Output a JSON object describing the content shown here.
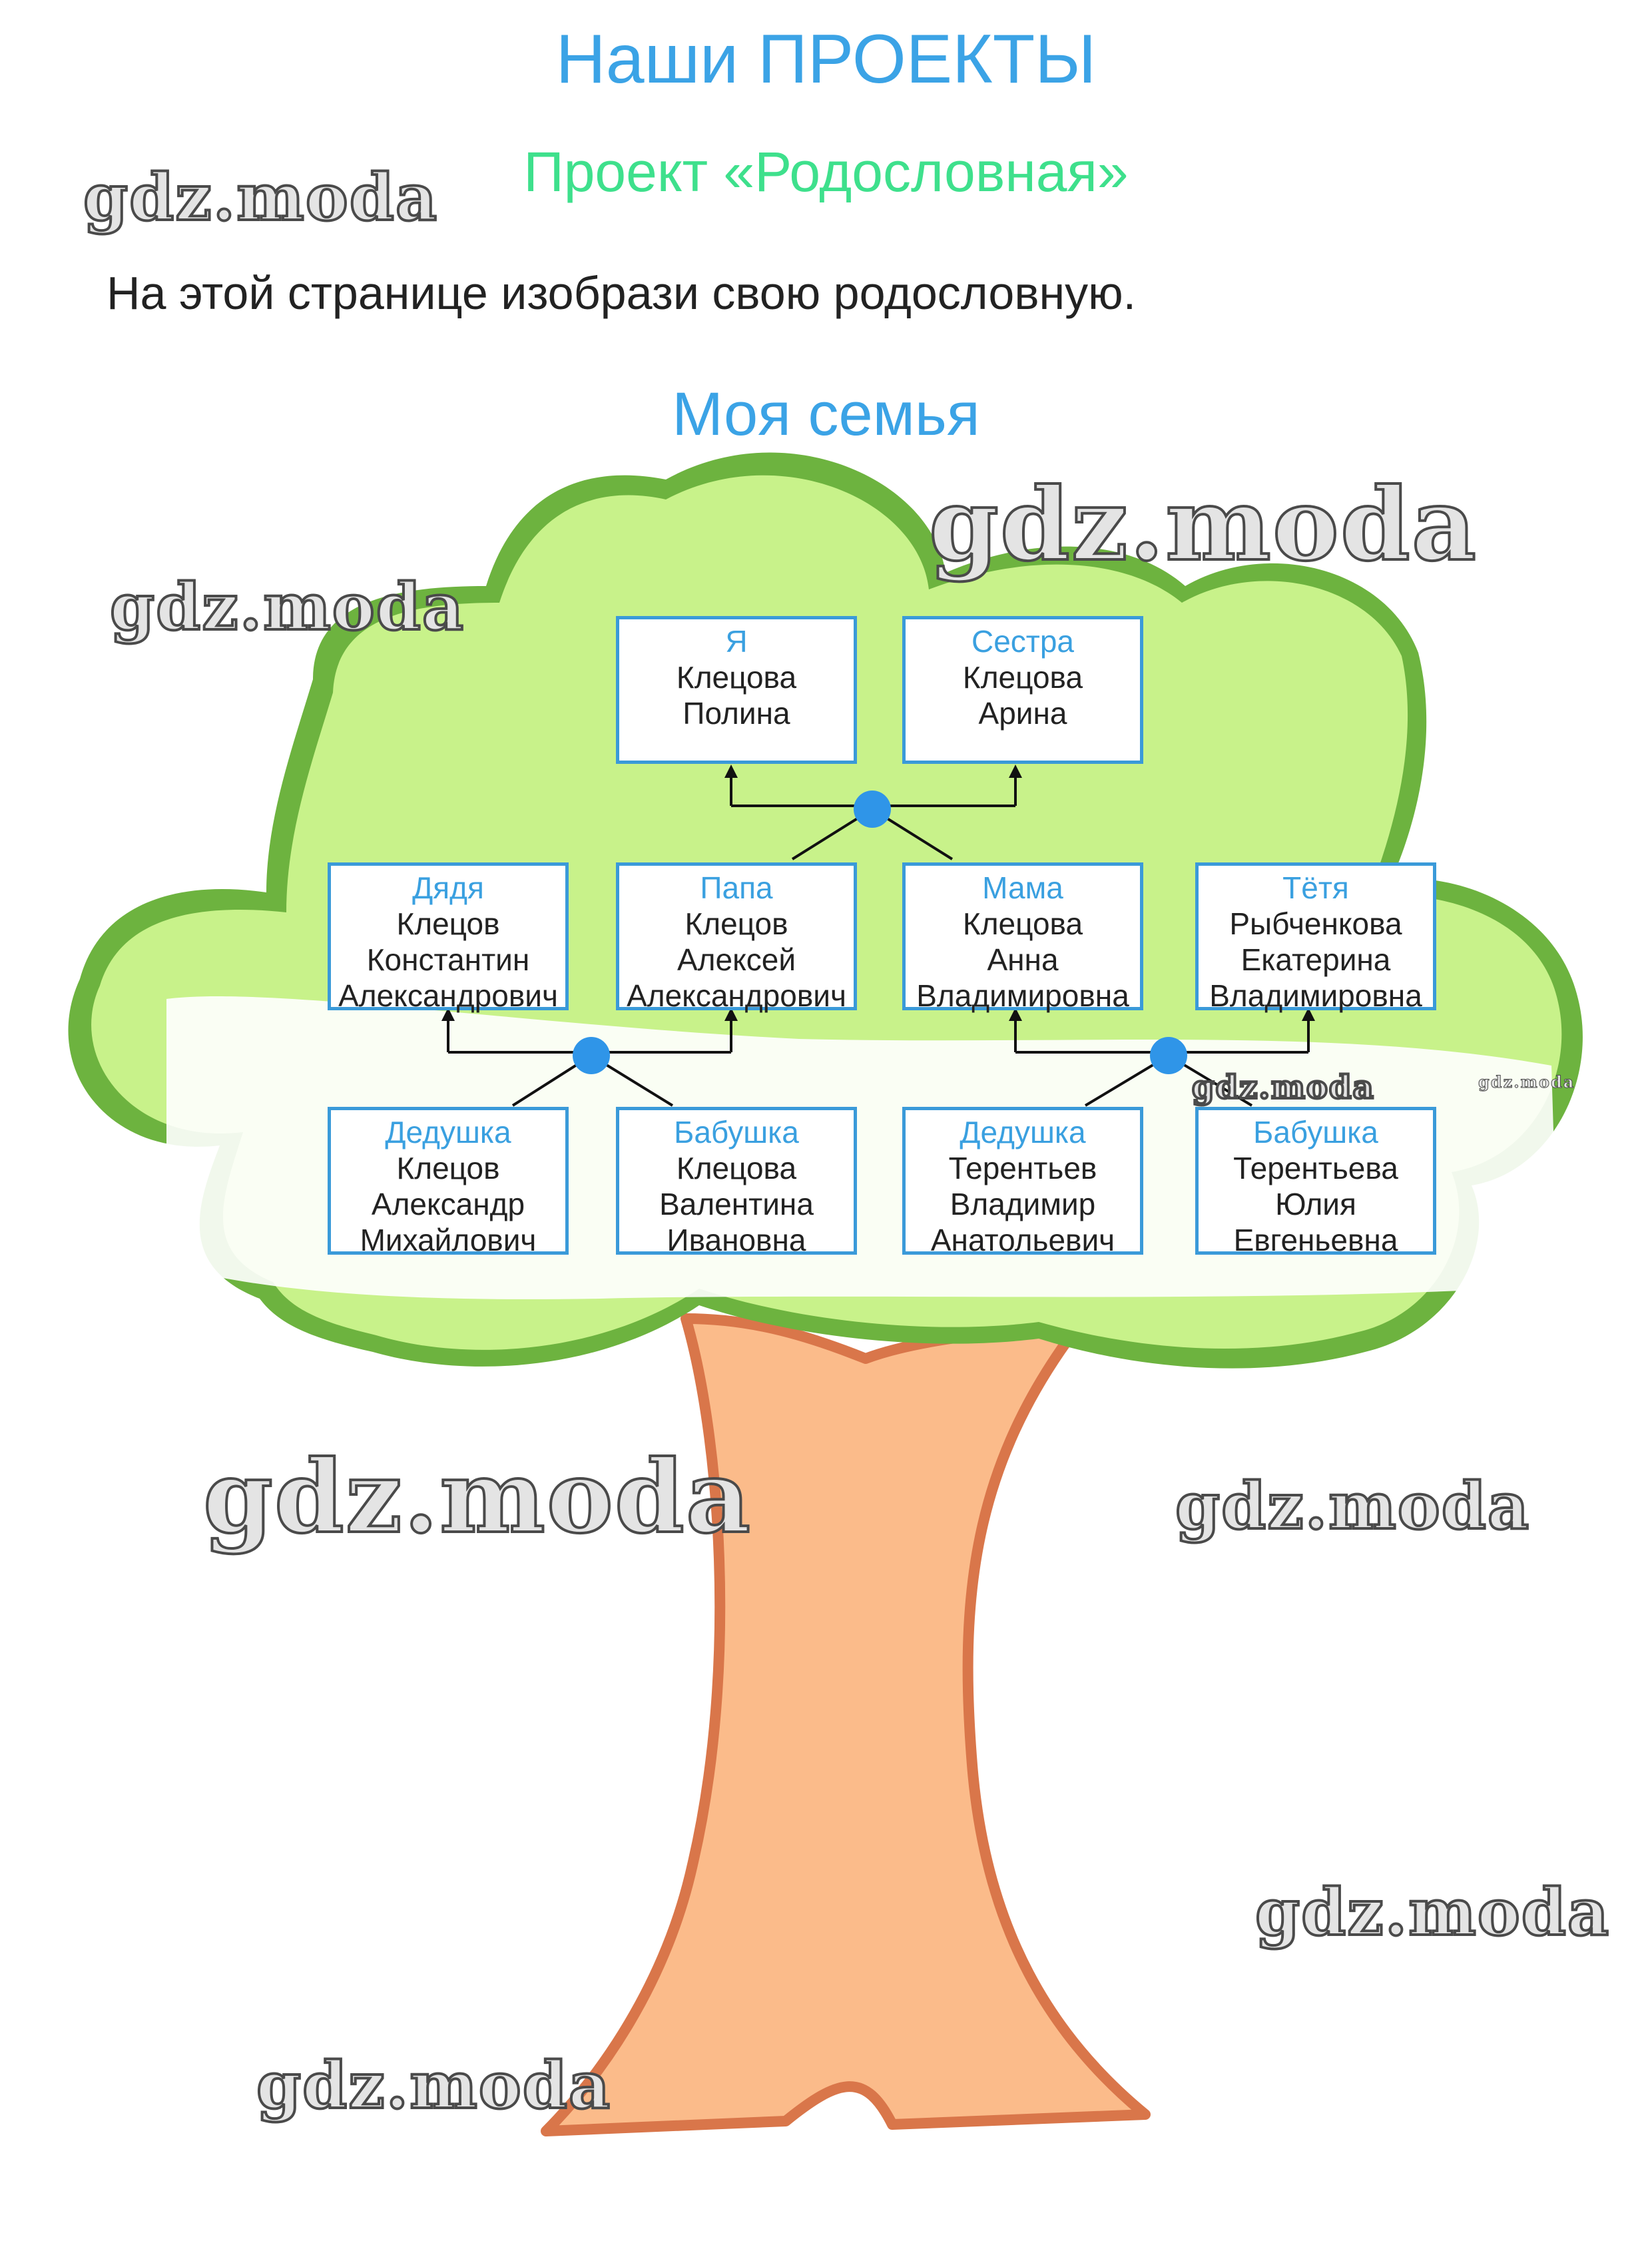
{
  "header": {
    "title": "Наши ПРОЕКТЫ",
    "subtitle": "Проект «Родословная»",
    "instruction": "На этой странице изобрази свою родословную.",
    "family_title": "Моя семья"
  },
  "people": {
    "me": {
      "role": "Я",
      "lines": [
        "Клецова",
        "Полина"
      ]
    },
    "sister": {
      "role": "Сестра",
      "lines": [
        "Клецова",
        "Арина"
      ]
    },
    "uncle": {
      "role": "Дядя",
      "lines": [
        "Клецов",
        "Константин",
        "Александрович"
      ]
    },
    "father": {
      "role": "Папа",
      "lines": [
        "Клецов",
        "Алексей",
        "Александрович"
      ]
    },
    "mother": {
      "role": "Мама",
      "lines": [
        "Клецова",
        "Анна",
        "Владимировна"
      ]
    },
    "aunt": {
      "role": "Тётя",
      "lines": [
        "Рыбченкова",
        "Екатерина",
        "Владимировна"
      ]
    },
    "grandpa_paternal": {
      "role": "Дедушка",
      "lines": [
        "Клецов",
        "Александр",
        "Михайлович"
      ]
    },
    "grandma_paternal": {
      "role": "Бабушка",
      "lines": [
        "Клецова",
        "Валентина",
        "Ивановна"
      ]
    },
    "grandpa_maternal": {
      "role": "Дедушка",
      "lines": [
        "Терентьев",
        "Владимир",
        "Анатольевич"
      ]
    },
    "grandma_maternal": {
      "role": "Бабушка",
      "lines": [
        "Терентьева",
        "Юлия",
        "Евгеньевна"
      ]
    }
  },
  "watermark": "gdz.moda",
  "colors": {
    "title_blue": "#3ba3e6",
    "subtitle_green": "#3ee08c",
    "crown_fill": "#c8f28a",
    "crown_outline": "#6db33f",
    "trunk_fill": "#fbbb8a",
    "trunk_outline": "#d9764a",
    "box_border": "#3a9ad9",
    "dot": "#2f95e8"
  }
}
